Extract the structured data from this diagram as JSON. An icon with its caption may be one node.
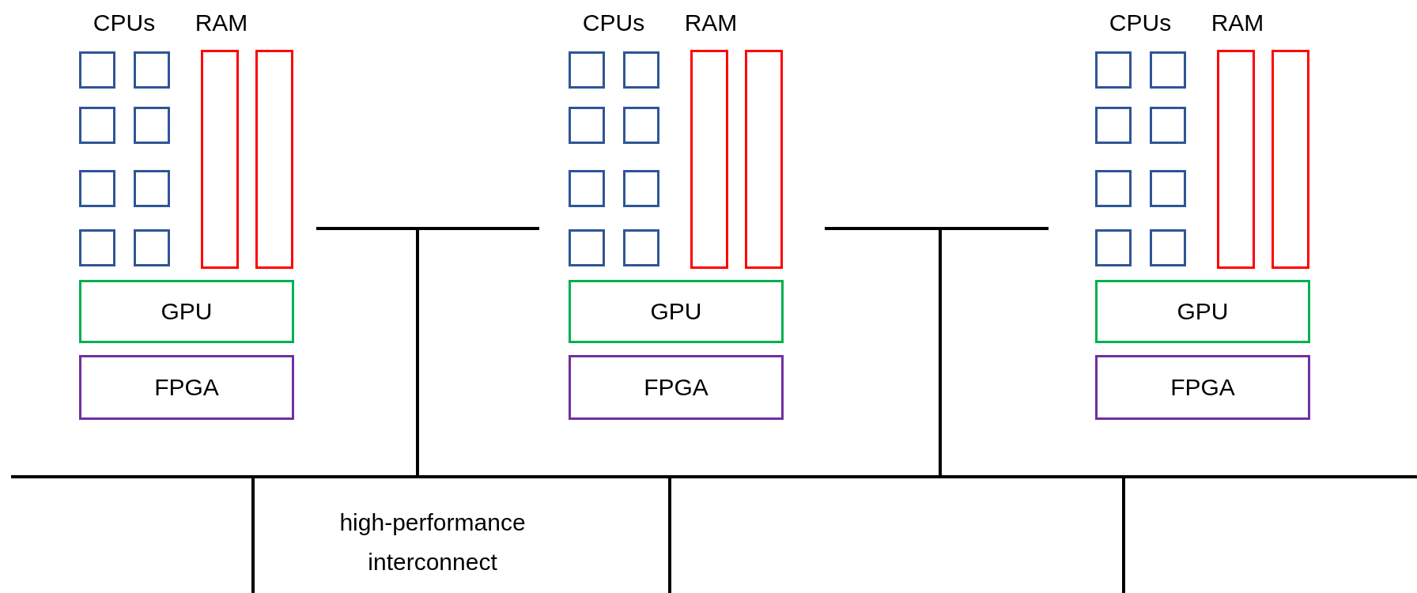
{
  "diagram": {
    "nodes": [
      {
        "text": [],
        "shape": "box"
      },
      {
        "text": [],
        "shape": "box"
      },
      {
        "text": [],
        "shape": "box"
      },
      {
        "text": [],
        "shape": "box"
      },
      {
        "text": [],
        "shape": "box"
      },
      {
        "text": [],
        "shape": "box"
      },
      {
        "text": [],
        "shape": "box"
      },
      {
        "text": [],
        "shape": "box"
      },
      {
        "text": [],
        "shape": "bar"
      },
      {
        "text": [],
        "shape": "bar"
      },
      {
        "text": [
          "GPU"
        ]
      },
      {
        "text": [
          "FPGA"
        ]
      },
      {
        "text": [],
        "shape": "box"
      },
      {
        "text": [],
        "shape": "box"
      },
      {
        "text": [],
        "shape": "box"
      },
      {
        "text": [],
        "shape": "box"
      },
      {
        "text": [],
        "shape": "box"
      },
      {
        "text": [],
        "shape": "box"
      },
      {
        "text": [],
        "shape": "box"
      },
      {
        "text": [],
        "shape": "box"
      },
      {
        "text": [],
        "shape": "bar"
      },
      {
        "text": [],
        "shape": "bar"
      },
      {
        "text": [
          "GPU"
        ]
      },
      {
        "text": [
          "FPGA"
        ]
      },
      {
        "text": [],
        "shape": "box"
      },
      {
        "text": [],
        "shape": "box"
      },
      {
        "text": [],
        "shape": "box"
      },
      {
        "text": [],
        "shape": "box"
      },
      {
        "text": [],
        "shape": "box"
      },
      {
        "text": [],
        "shape": "box"
      },
      {
        "text": [],
        "shape": "box"
      },
      {
        "text": [],
        "shape": "box"
      },
      {
        "text": [],
        "shape": "bar"
      },
      {
        "text": [],
        "shape": "bar"
      },
      {
        "text": [
          "GPU"
        ]
      },
      {
        "text": [
          "FPGA"
        ]
      }
    ],
    "labels": [
      "CPUs",
      "RAM",
      "CPUs",
      "RAM",
      "CPUs",
      "RAM",
      "high-performance interconnect"
    ]
  }
}
